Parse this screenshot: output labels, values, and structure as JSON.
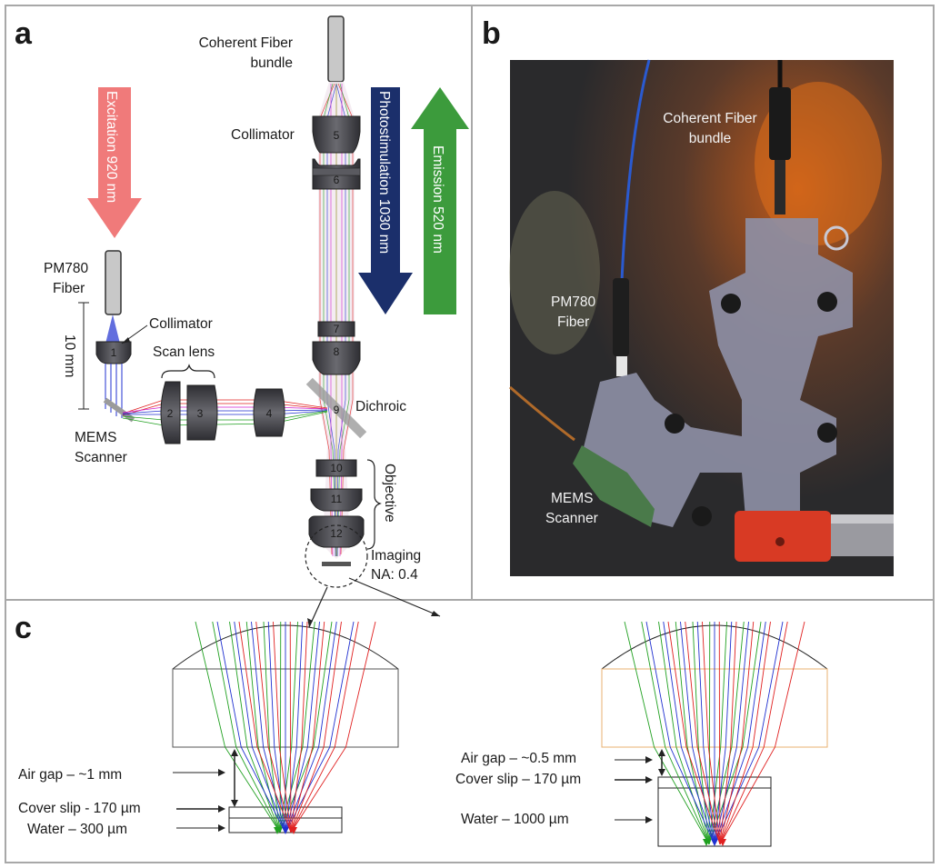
{
  "panels": {
    "a": {
      "label": "a"
    },
    "b": {
      "label": "b"
    },
    "c": {
      "label": "c"
    }
  },
  "panel_a": {
    "coherent_fiber": "Coherent Fiber",
    "bundle": "bundle",
    "collimator_top": "Collimator",
    "excitation": "Excitation 920 nm",
    "photostimulation": "Photostimulation 1030 nm",
    "emission": "Emission 520 nm",
    "pm780": "PM780",
    "fiber": "Fiber",
    "collimator_left": "Collimator",
    "scale_bar": "10 mm",
    "scan_lens": "Scan lens",
    "mems": "MEMS",
    "scanner": "Scanner",
    "dichroic": "Dichroic",
    "objective": "Objective",
    "imaging": "Imaging",
    "na": "NA: 0.4",
    "lens_numbers": [
      "1",
      "2",
      "3",
      "4",
      "5",
      "6",
      "7",
      "8",
      "9",
      "10",
      "11",
      "12"
    ],
    "colors": {
      "excitation": "#f07a7a",
      "photostimulation": "#1b2f6b",
      "emission": "#3c9b3c"
    }
  },
  "panel_b": {
    "coherent_fiber": "Coherent Fiber",
    "bundle": "bundle",
    "pm780": "PM780",
    "fiber": "Fiber",
    "mems": "MEMS",
    "scanner": "Scanner"
  },
  "panel_c": {
    "left": {
      "air_gap": "Air gap – ~1 mm",
      "cover_slip": "Cover slip - 170 µm",
      "water": "Water – 300 µm"
    },
    "right": {
      "air_gap": "Air gap – ~0.5 mm",
      "cover_slip": "Cover slip – 170 µm",
      "water": "Water – 1000 µm"
    }
  }
}
